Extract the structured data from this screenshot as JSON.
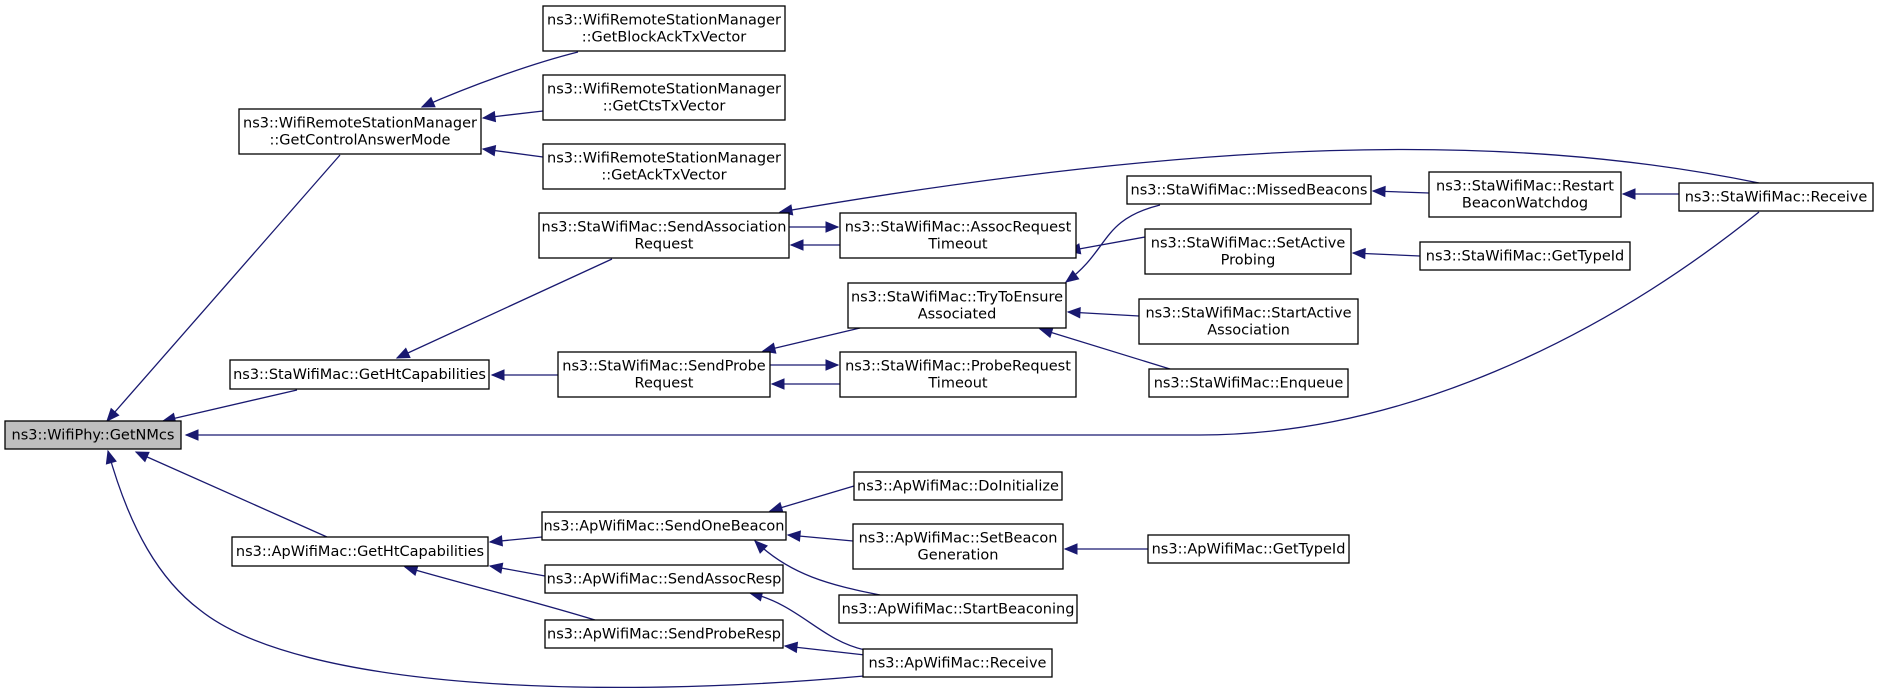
{
  "nodes": [
    {
      "id": "getnmcs",
      "lines": [
        "ns3::WifiPhy::GetNMcs"
      ],
      "root": true
    },
    {
      "id": "rsm_getcontrolanswermode",
      "lines": [
        "ns3::WifiRemoteStationManager",
        "::GetControlAnswerMode"
      ]
    },
    {
      "id": "rsm_getblockacktxvector",
      "lines": [
        "ns3::WifiRemoteStationManager",
        "::GetBlockAckTxVector"
      ]
    },
    {
      "id": "rsm_getctstxvector",
      "lines": [
        "ns3::WifiRemoteStationManager",
        "::GetCtsTxVector"
      ]
    },
    {
      "id": "rsm_getacktxvector",
      "lines": [
        "ns3::WifiRemoteStationManager",
        "::GetAckTxVector"
      ]
    },
    {
      "id": "sta_gethtcapabilities",
      "lines": [
        "ns3::StaWifiMac::GetHtCapabilities"
      ]
    },
    {
      "id": "sta_sendassociationrequest",
      "lines": [
        "ns3::StaWifiMac::SendAssociation",
        "Request"
      ]
    },
    {
      "id": "sta_assocrequesttimeout",
      "lines": [
        "ns3::StaWifiMac::AssocRequest",
        "Timeout"
      ]
    },
    {
      "id": "sta_sendproberequest",
      "lines": [
        "ns3::StaWifiMac::SendProbe",
        "Request"
      ]
    },
    {
      "id": "sta_proberequesttimeout",
      "lines": [
        "ns3::StaWifiMac::ProbeRequest",
        "Timeout"
      ]
    },
    {
      "id": "sta_trytoensureassociated",
      "lines": [
        "ns3::StaWifiMac::TryToEnsure",
        "Associated"
      ]
    },
    {
      "id": "sta_missedbeacons",
      "lines": [
        "ns3::StaWifiMac::MissedBeacons"
      ]
    },
    {
      "id": "sta_setactiveprobing",
      "lines": [
        "ns3::StaWifiMac::SetActive",
        "Probing"
      ]
    },
    {
      "id": "sta_startactiveassociation",
      "lines": [
        "ns3::StaWifiMac::StartActive",
        "Association"
      ]
    },
    {
      "id": "sta_enqueue",
      "lines": [
        "ns3::StaWifiMac::Enqueue"
      ]
    },
    {
      "id": "sta_restartbeaconwatchdog",
      "lines": [
        "ns3::StaWifiMac::Restart",
        "BeaconWatchdog"
      ]
    },
    {
      "id": "sta_gettypeid",
      "lines": [
        "ns3::StaWifiMac::GetTypeId"
      ]
    },
    {
      "id": "sta_receive",
      "lines": [
        "ns3::StaWifiMac::Receive"
      ]
    },
    {
      "id": "ap_gethtcapabilities",
      "lines": [
        "ns3::ApWifiMac::GetHtCapabilities"
      ]
    },
    {
      "id": "ap_sendonebeacon",
      "lines": [
        "ns3::ApWifiMac::SendOneBeacon"
      ]
    },
    {
      "id": "ap_sendassocresp",
      "lines": [
        "ns3::ApWifiMac::SendAssocResp"
      ]
    },
    {
      "id": "ap_sendproberesp",
      "lines": [
        "ns3::ApWifiMac::SendProbeResp"
      ]
    },
    {
      "id": "ap_doinitialize",
      "lines": [
        "ns3::ApWifiMac::DoInitialize"
      ]
    },
    {
      "id": "ap_setbeacongeneration",
      "lines": [
        "ns3::ApWifiMac::SetBeacon",
        "Generation"
      ]
    },
    {
      "id": "ap_startbeaconing",
      "lines": [
        "ns3::ApWifiMac::StartBeaconing"
      ]
    },
    {
      "id": "ap_receive",
      "lines": [
        "ns3::ApWifiMac::Receive"
      ]
    },
    {
      "id": "ap_gettypeid",
      "lines": [
        "ns3::ApWifiMac::GetTypeId"
      ]
    }
  ],
  "edges": [
    {
      "from": "rsm_getcontrolanswermode",
      "to": "getnmcs"
    },
    {
      "from": "sta_gethtcapabilities",
      "to": "getnmcs"
    },
    {
      "from": "sta_receive",
      "to": "getnmcs"
    },
    {
      "from": "ap_gethtcapabilities",
      "to": "getnmcs"
    },
    {
      "from": "ap_receive",
      "to": "getnmcs"
    },
    {
      "from": "rsm_getblockacktxvector",
      "to": "rsm_getcontrolanswermode"
    },
    {
      "from": "rsm_getctstxvector",
      "to": "rsm_getcontrolanswermode"
    },
    {
      "from": "rsm_getacktxvector",
      "to": "rsm_getcontrolanswermode"
    },
    {
      "from": "sta_sendassociationrequest",
      "to": "sta_gethtcapabilities"
    },
    {
      "from": "sta_sendproberequest",
      "to": "sta_gethtcapabilities"
    },
    {
      "from": "sta_receive",
      "to": "sta_sendassociationrequest"
    },
    {
      "from": "sta_assocrequesttimeout",
      "to": "sta_sendassociationrequest"
    },
    {
      "from": "sta_sendassociationrequest",
      "to": "sta_assocrequesttimeout"
    },
    {
      "from": "sta_trytoensureassociated",
      "to": "sta_sendproberequest"
    },
    {
      "from": "sta_proberequesttimeout",
      "to": "sta_sendproberequest"
    },
    {
      "from": "sta_sendproberequest",
      "to": "sta_proberequesttimeout"
    },
    {
      "from": "sta_missedbeacons",
      "to": "sta_trytoensureassociated"
    },
    {
      "from": "sta_setactiveprobing",
      "to": "sta_trytoensureassociated"
    },
    {
      "from": "sta_startactiveassociation",
      "to": "sta_trytoensureassociated"
    },
    {
      "from": "sta_enqueue",
      "to": "sta_trytoensureassociated"
    },
    {
      "from": "sta_restartbeaconwatchdog",
      "to": "sta_missedbeacons"
    },
    {
      "from": "sta_receive",
      "to": "sta_restartbeaconwatchdog"
    },
    {
      "from": "sta_gettypeid",
      "to": "sta_setactiveprobing"
    },
    {
      "from": "ap_sendonebeacon",
      "to": "ap_gethtcapabilities"
    },
    {
      "from": "ap_sendassocresp",
      "to": "ap_gethtcapabilities"
    },
    {
      "from": "ap_sendproberesp",
      "to": "ap_gethtcapabilities"
    },
    {
      "from": "ap_doinitialize",
      "to": "ap_sendonebeacon"
    },
    {
      "from": "ap_setbeacongeneration",
      "to": "ap_sendonebeacon"
    },
    {
      "from": "ap_startbeaconing",
      "to": "ap_sendonebeacon"
    },
    {
      "from": "ap_gettypeid",
      "to": "ap_setbeacongeneration"
    },
    {
      "from": "ap_receive",
      "to": "ap_sendassocresp"
    },
    {
      "from": "ap_receive",
      "to": "ap_sendproberesp"
    }
  ]
}
